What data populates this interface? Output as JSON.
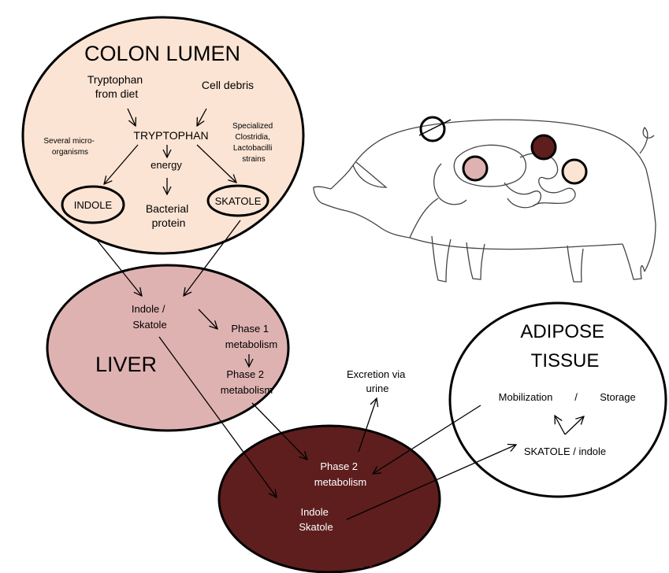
{
  "colors": {
    "colon_fill": "#fce4d4",
    "liver_fill": "#dfb2b2",
    "kidney_fill": "#5e1e1e",
    "adipose_fill": "#ffffff",
    "outline": "#000000",
    "pig_line": "#444444",
    "marker_dark": "#5e1e1e",
    "marker_pink": "#dfb2b2",
    "marker_peach": "#fce4d4"
  },
  "colon": {
    "title": "COLON LUMEN",
    "tryptophan_diet": [
      "Tryptophan",
      "from diet"
    ],
    "cell_debris": "Cell debris",
    "tryptophan": "TRYPTOPHAN",
    "microorganisms": [
      "Several micro-",
      "organisms"
    ],
    "specialized": [
      "Specialized",
      "Clostridia,",
      "Lactobacilli",
      "strains"
    ],
    "energy": "energy",
    "bacterial_protein": [
      "Bacterial",
      "protein"
    ],
    "indole": "INDOLE",
    "skatole": "SKATOLE"
  },
  "liver": {
    "title": "LIVER",
    "indole_skatole": [
      "Indole /",
      "Skatole"
    ],
    "phase1": [
      "Phase 1",
      "metabolism"
    ],
    "phase2": [
      "Phase 2",
      "metabolism"
    ]
  },
  "excretion": [
    "Excretion via",
    "urine"
  ],
  "adipose": {
    "title": [
      "ADIPOSE",
      "TISSUE"
    ],
    "mobilization": "Mobilization",
    "slash": "/",
    "storage": "Storage",
    "skatole_indole": "SKATOLE / indole"
  },
  "kidney": {
    "title": "KIDNEY",
    "phase2": [
      "Phase 2",
      "metabolism"
    ],
    "indole_skatole": [
      "Indole",
      "Skatole"
    ]
  },
  "pig": {
    "icon": "pig-organs-illustration"
  }
}
